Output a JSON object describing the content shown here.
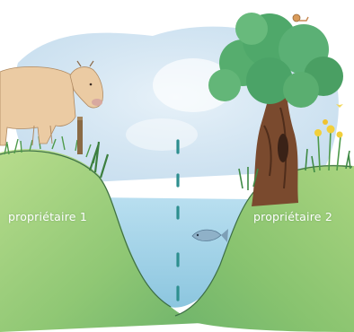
{
  "labels": {
    "owner_1": "propriétaire 1",
    "owner_2": "propriétaire 2"
  },
  "illustration": {
    "elements": [
      "cow",
      "fence-post",
      "tree",
      "snail",
      "daffodils",
      "butterfly",
      "river",
      "fish",
      "boundary-line"
    ],
    "colors": {
      "sky": "#cfe3f1",
      "grass": "#9fcf7a",
      "grass_dark": "#5ea654",
      "water": "#a9d6ea",
      "boundary_line": "#2e8f8f",
      "cow": "#e9c9a0",
      "tree_canopy": "#4fa86a",
      "tree_trunk": "#7a4a2e",
      "daffodil": "#f2cf3a"
    }
  }
}
